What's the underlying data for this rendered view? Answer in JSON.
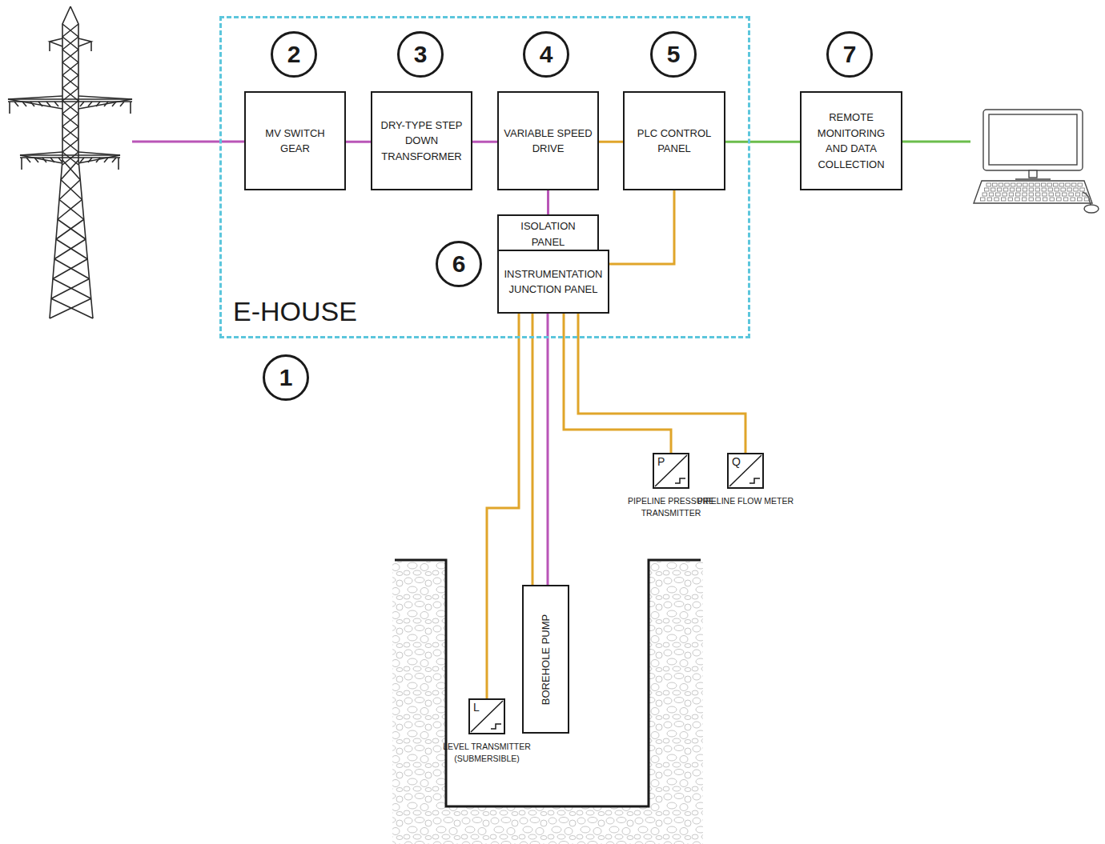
{
  "diagram": {
    "nodes": [
      {
        "text": [
          "E-HOUSE"
        ]
      },
      {
        "text": [
          "MV SWITCH GEAR"
        ],
        "in": 0
      },
      {
        "text": [
          "DRY-TYPE STEP DOWN TRANSFORMER"
        ],
        "in": 0
      },
      {
        "text": [
          "VARIABLE SPEED DRIVE"
        ],
        "in": 0
      },
      {
        "text": [
          "PLC CONTROL PANEL"
        ],
        "in": 0
      },
      {
        "text": [
          "ISOLATION PANEL"
        ],
        "in": 0
      },
      {
        "text": [
          "INSTRUMENTATION JUNCTION PANEL"
        ],
        "in": 0
      },
      {
        "text": [
          "REMOTE MONITORING AND DATA COLLECTION"
        ]
      },
      {
        "text": [
          "BOREHOLE PUMP"
        ]
      },
      {
        "text": [
          "L",
          "LEVEL TRANSMITTER (SUBMERSIBLE)"
        ]
      },
      {
        "text": [
          "P",
          "PIPELINE PRESSURE TRANSMITTER"
        ]
      },
      {
        "text": [
          "Q",
          "PIPELINE FLOW METER"
        ]
      }
    ],
    "edges": [
      {
        "from": 1,
        "to": 2,
        "arrow": "none"
      },
      {
        "from": 2,
        "to": 3,
        "arrow": "none"
      },
      {
        "from": 3,
        "to": 4,
        "arrow": "none"
      },
      {
        "from": 4,
        "to": 7,
        "arrow": "none"
      },
      {
        "from": 3,
        "to": 5,
        "arrow": "none"
      },
      {
        "from": 4,
        "to": 6,
        "arrow": "none"
      },
      {
        "from": 6,
        "to": 9,
        "arrow": "none"
      },
      {
        "from": 6,
        "to": 8,
        "arrow": "none"
      },
      {
        "from": 6,
        "to": 8,
        "arrow": "none"
      },
      {
        "from": 6,
        "to": 10,
        "arrow": "none"
      },
      {
        "from": 6,
        "to": 11,
        "arrow": "none"
      }
    ],
    "labels": [
      "2",
      "3",
      "4",
      "5",
      "7",
      "6",
      "1"
    ]
  }
}
